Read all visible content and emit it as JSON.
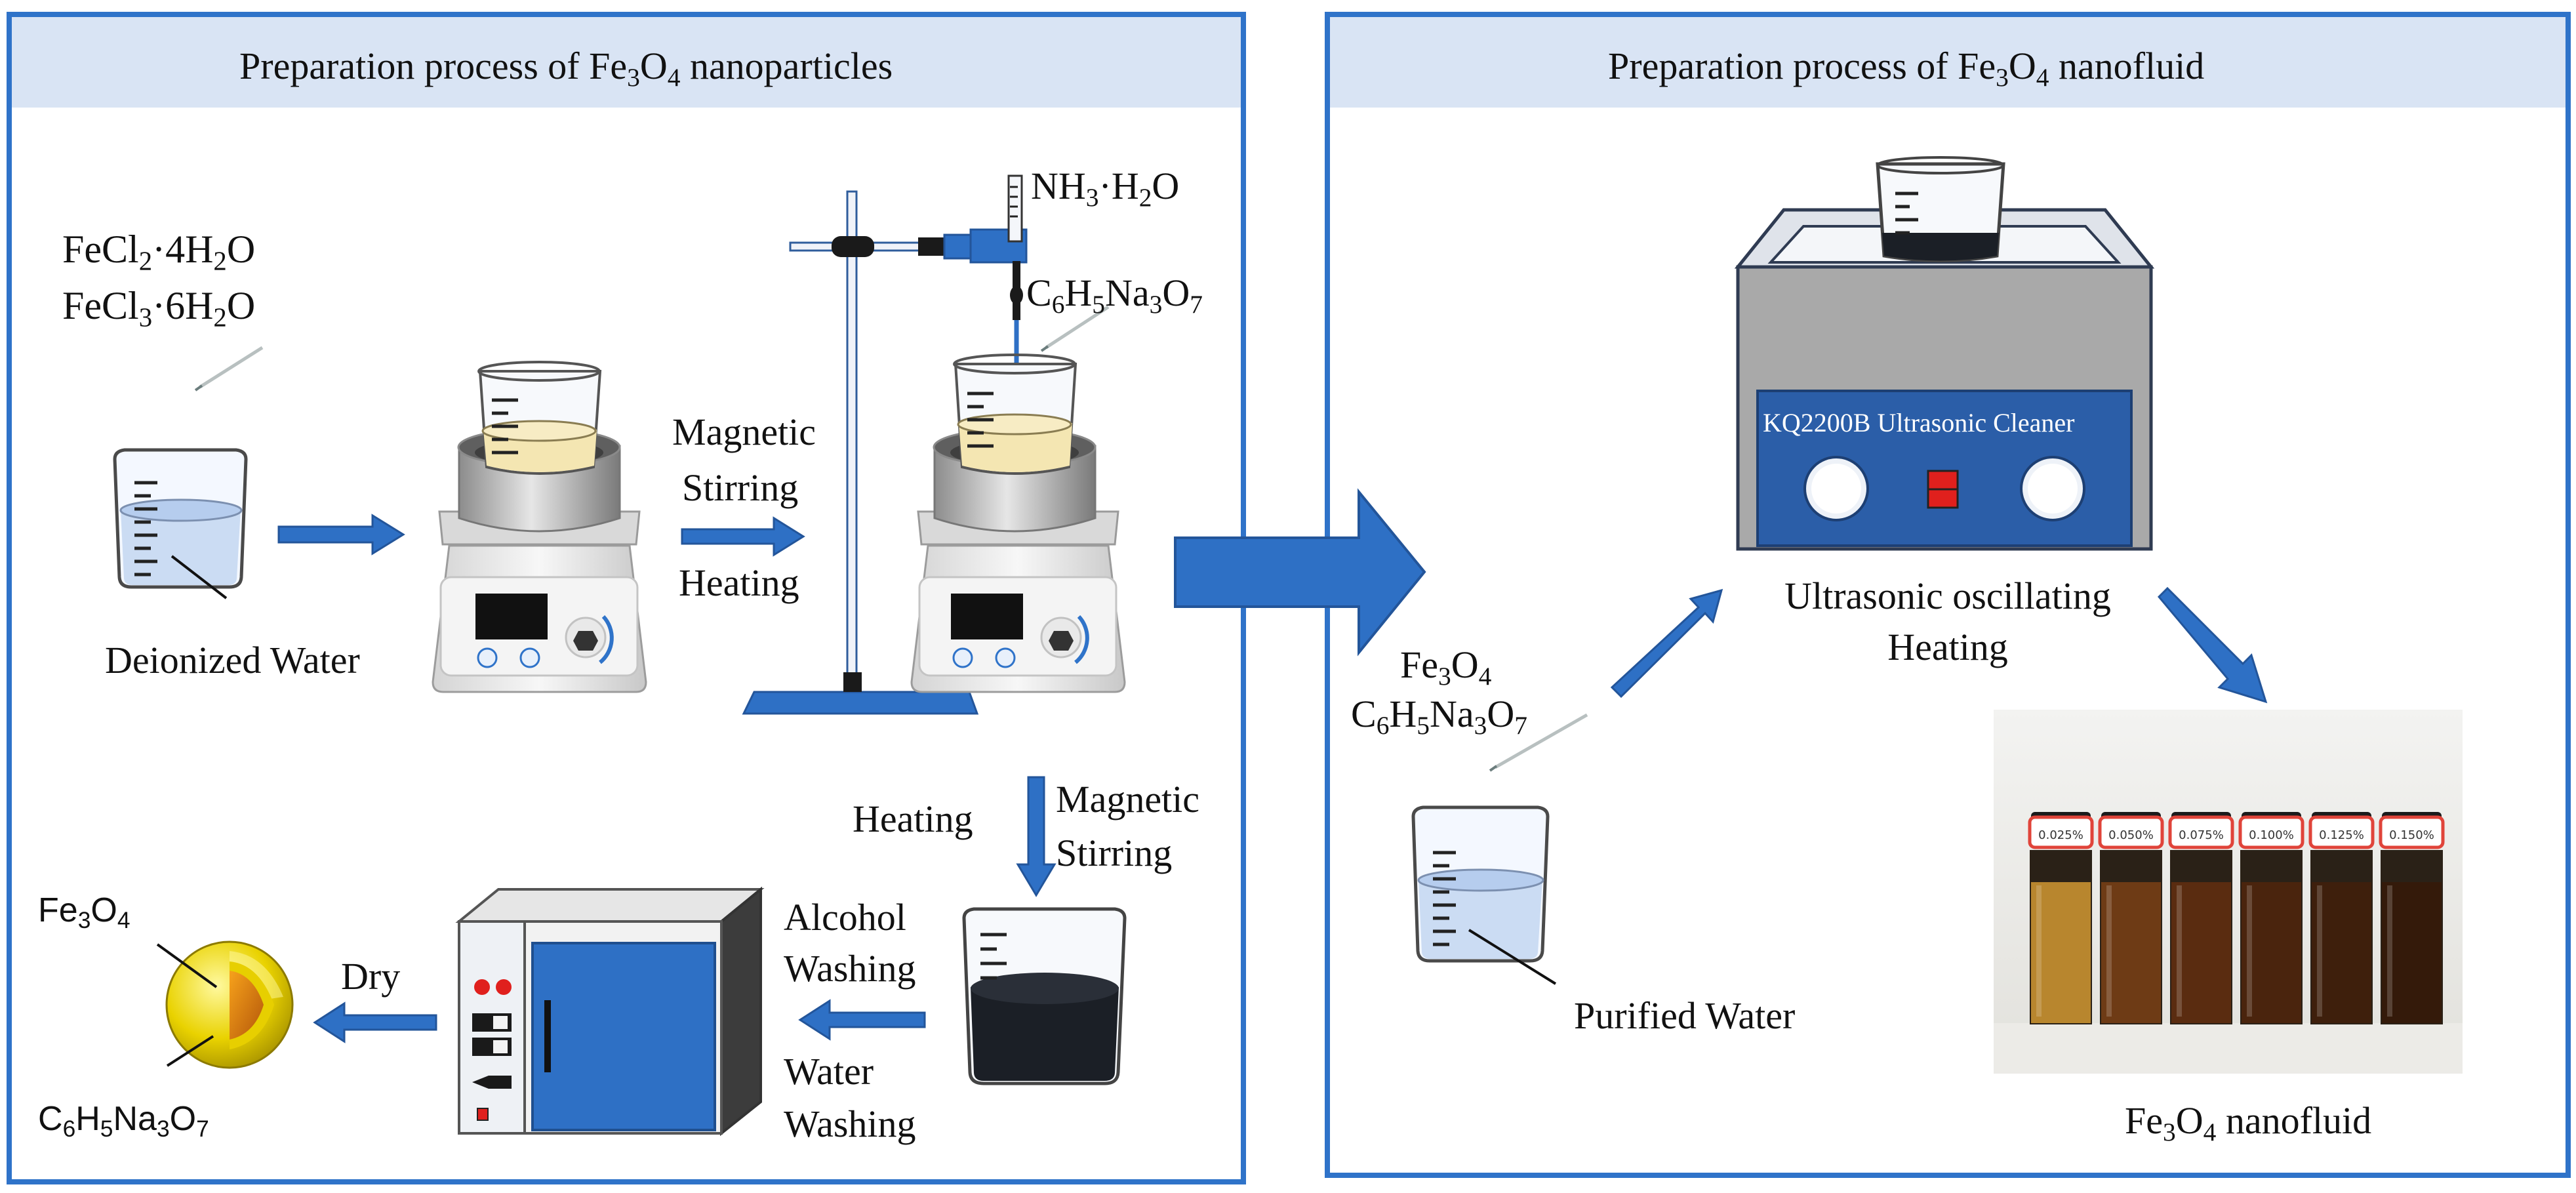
{
  "left_panel": {
    "header": {
      "pre": "Preparation process of Fe",
      "s1": "3",
      "mid": "O",
      "s2": "4",
      "post": " nanoparticles"
    },
    "reagent_1": {
      "a": "FeCl",
      "b": "2",
      "c": "·4H",
      "d": "2",
      "e": "O"
    },
    "reagent_2": {
      "a": "FeCl",
      "b": "3",
      "c": "·6H",
      "d": "2",
      "e": "O"
    },
    "deionized_water": "Deionized Water",
    "step1_label_1": "Magnetic",
    "step1_label_2": "Stirring",
    "step1_label_3": "Heating",
    "ammonia": {
      "a": "NH",
      "b": "3",
      "c": "·H",
      "d": "2",
      "e": "O"
    },
    "citrate": {
      "a": "C",
      "b": "6",
      "c": "H",
      "d": "5",
      "e": "Na",
      "f": "3",
      "g": "O",
      "h": "7"
    },
    "step2_heating": "Heating",
    "step2_magnetic": "Magnetic",
    "step2_stirring": "Stirring",
    "alcohol": "Alcohol",
    "washing_1": "Washing",
    "water": "Water",
    "washing_2": "Washing",
    "dry": "Dry",
    "core_label": {
      "a": "Fe",
      "b": "3",
      "c": "O",
      "d": "4"
    },
    "shell_label": {
      "a": "C",
      "b": "6",
      "c": "H",
      "d": "5",
      "e": "Na",
      "f": "3",
      "g": "O",
      "h": "7"
    }
  },
  "right_panel": {
    "header": {
      "pre": "Preparation process of Fe",
      "s1": "3",
      "mid": "O",
      "s2": "4",
      "post": " nanofluid"
    },
    "cleaner_label": "KQ2200B  Ultrasonic Cleaner",
    "ultrasonic_line1": "Ultrasonic oscillating",
    "ultrasonic_line2": "Heating",
    "fe3o4": {
      "a": "Fe",
      "b": "3",
      "c": "O",
      "d": "4"
    },
    "citrate": {
      "a": "C",
      "b": "6",
      "c": "H",
      "d": "5",
      "e": "Na",
      "f": "3",
      "g": "O",
      "h": "7"
    },
    "purified_water": "Purified Water",
    "nanofluid": {
      "a": "Fe",
      "b": "3",
      "c": "O",
      "d": "4",
      "e": " nanofluid"
    },
    "vial_labels": [
      "0.025%",
      "0.050%",
      "0.075%",
      "0.100%",
      "0.125%",
      "0.150%"
    ]
  },
  "colors": {
    "frame": "#2f73c9",
    "header_bg": "#d9e4f4",
    "arrow": "#2e70c5",
    "cleaner_body": "#a9a9a9",
    "panel_blue": "#2b5ea8"
  }
}
